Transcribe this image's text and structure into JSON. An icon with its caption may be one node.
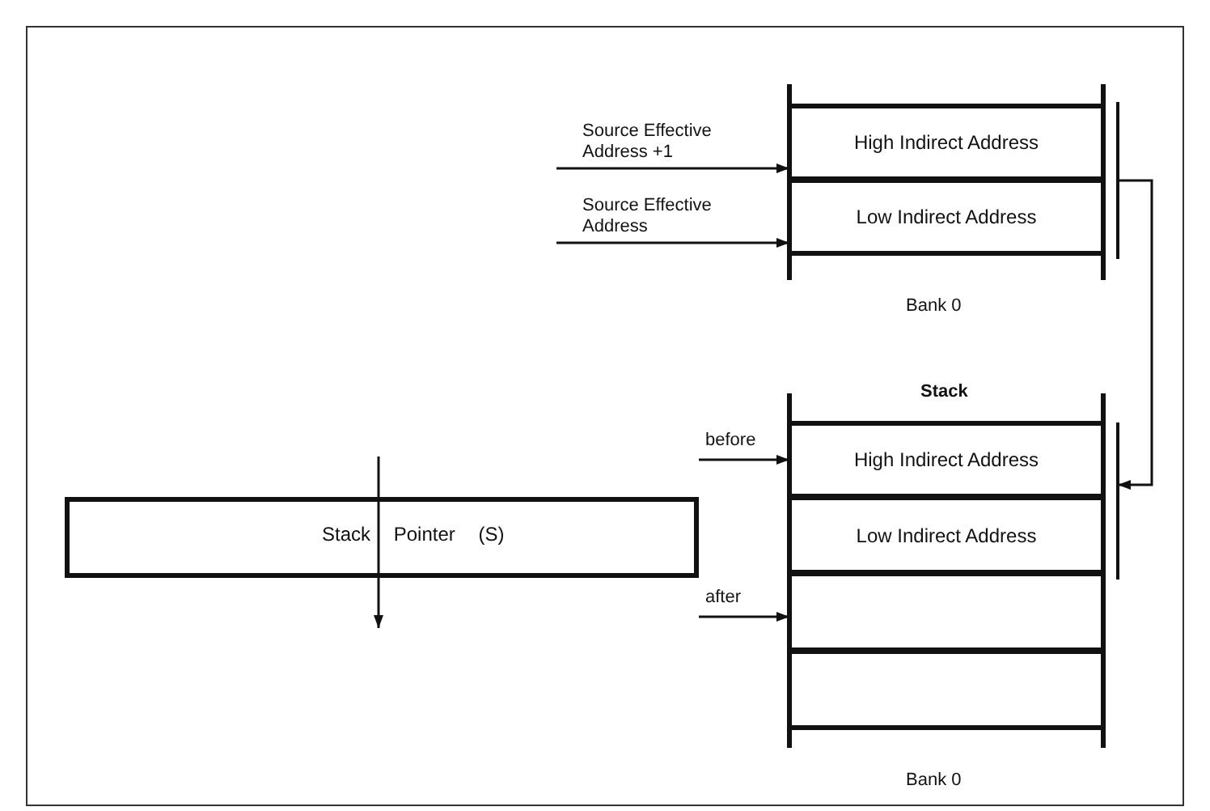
{
  "diagram": {
    "nodes": [
      {
        "text": [
          "Source Effective Address +1"
        ]
      },
      {
        "text": [
          "High Indirect Address"
        ]
      },
      {
        "text": [
          "Source Effective Address"
        ]
      },
      {
        "text": [
          "Low Indirect Address"
        ]
      },
      {
        "text": [],
        "shape": "bar"
      },
      {
        "text": [
          "Stack Pointer (S)"
        ]
      },
      {
        "text": [
          "before"
        ]
      },
      {
        "text": [
          "High Indirect Address"
        ]
      },
      {
        "text": [
          "Low Indirect Address"
        ]
      },
      {
        "text": [
          "after"
        ]
      },
      {
        "text": [],
        "shape": "box"
      },
      {
        "text": [],
        "shape": "box"
      },
      {
        "text": [],
        "shape": "bar"
      }
    ],
    "edges": [
      {
        "from": 0,
        "to": 1,
        "arrow": "to"
      },
      {
        "from": 2,
        "to": 3,
        "arrow": "to"
      },
      {
        "from": 4,
        "to": 12,
        "arrow": "to"
      },
      {
        "from": 6,
        "to": 7,
        "arrow": "to"
      },
      {
        "from": 9,
        "to": 10,
        "arrow": "to"
      }
    ],
    "labels": [
      "Bank 0",
      "Stack",
      "Bank 0"
    ]
  }
}
